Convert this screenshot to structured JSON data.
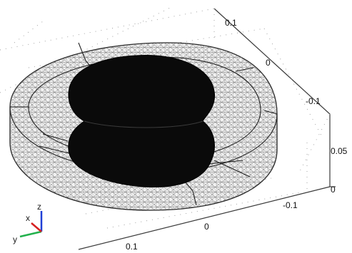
{
  "viewport": {
    "background": "#ffffff",
    "mesh_color": "#555555",
    "solid_color": "#0a0a0a"
  },
  "axes": {
    "ticks": {
      "top_0_1": "0.1",
      "top_0": "0",
      "top_neg_0_1": "-0.1",
      "z_0_05": "0.05",
      "z_0": "0",
      "bottom_neg_0_1": "-0.1",
      "bottom_0": "0",
      "bottom_0_1": "0.1"
    }
  },
  "triad": {
    "x_label": "x",
    "y_label": "y",
    "z_label": "z",
    "x_color": "#d62020",
    "y_color": "#22b14c",
    "z_color": "#1f3fd6"
  }
}
